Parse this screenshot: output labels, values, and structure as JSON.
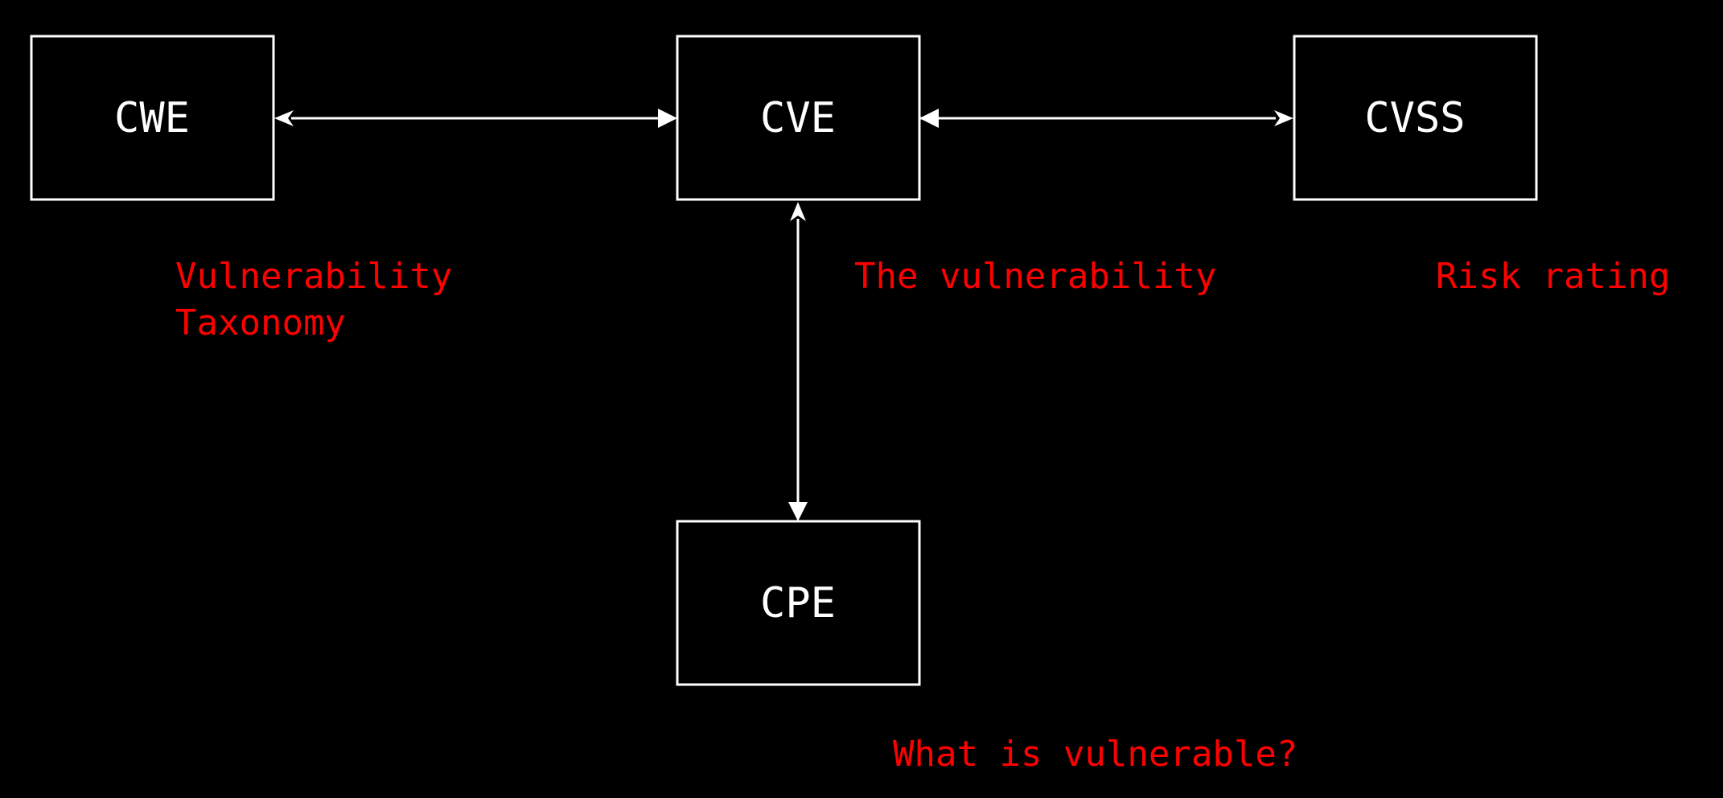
{
  "nodes": {
    "cwe": {
      "label": "CWE"
    },
    "cve": {
      "label": "CVE"
    },
    "cvss": {
      "label": "CVSS"
    },
    "cpe": {
      "label": "CPE"
    }
  },
  "annotations": {
    "cwe_line1": "Vulnerability",
    "cwe_line2": "Taxonomy",
    "cve": "The vulnerability",
    "cvss": "Risk rating",
    "cpe": "What is vulnerable?"
  },
  "colors": {
    "background": "#000000",
    "node": "#ffffff",
    "annotation": "#ff0000"
  }
}
